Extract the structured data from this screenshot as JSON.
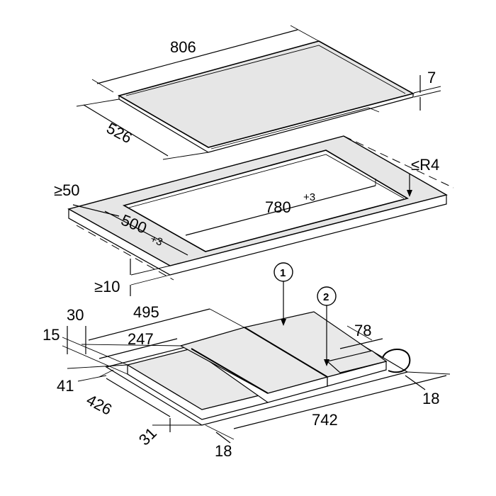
{
  "cooktop": {
    "width": "806",
    "depth": "526",
    "thickness": "7"
  },
  "cutout": {
    "min_front_distance": "≥50",
    "width_main": "780",
    "width_tol": "+3",
    "depth_main": "500",
    "depth_tol": "+3",
    "corner_radius": "≤R4",
    "min_worktop_thickness": "≥10"
  },
  "housing": {
    "top_offset": "30",
    "top_height": "15",
    "width_half": "247",
    "width_mid": "495",
    "connection_width": "78",
    "front_offset": "41",
    "depth": "426",
    "bottom_offset": "31",
    "bottom_right_18": "18",
    "total_width": "742",
    "bottom_left_18": "18"
  },
  "callouts": [
    "1",
    "2"
  ]
}
